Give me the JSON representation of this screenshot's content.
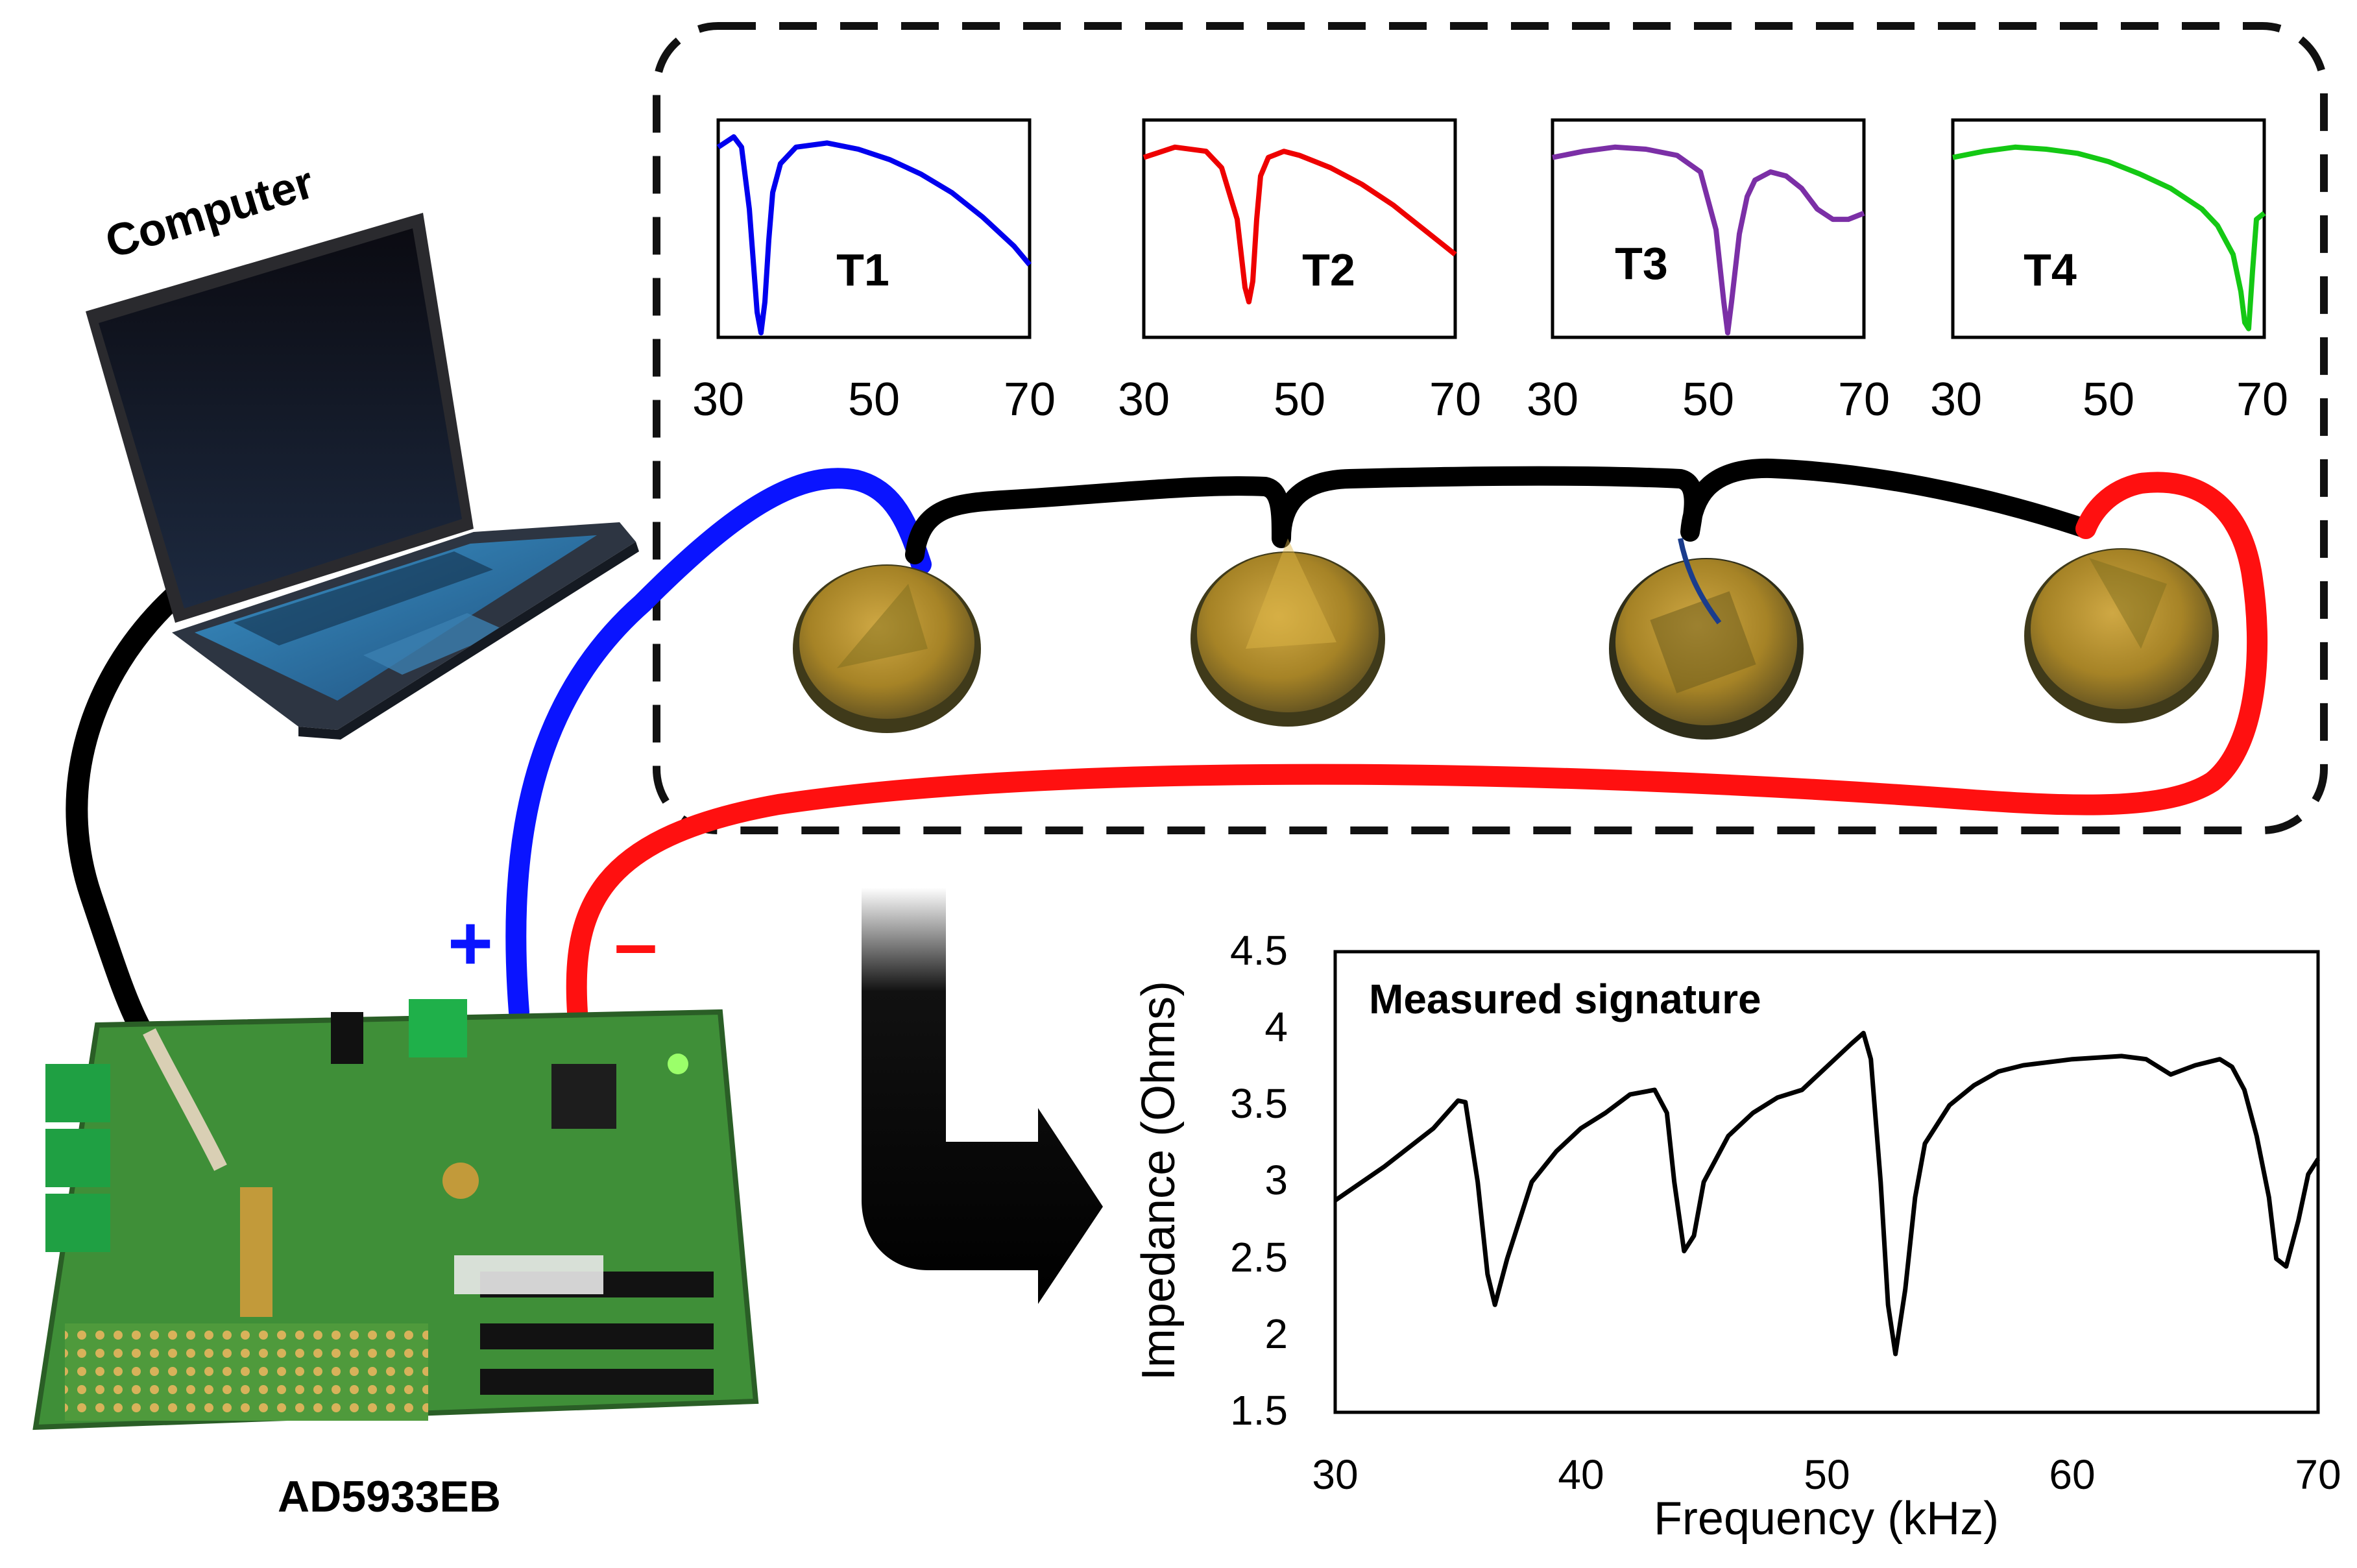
{
  "labels": {
    "computer": "Computer",
    "board": "AD5933EB",
    "plus": "+",
    "minus": "–"
  },
  "colors": {
    "t1": "#0000ee",
    "t2": "#ee0000",
    "t3": "#7b2fa6",
    "t4": "#14c814",
    "measured": "#000000",
    "positive_wire": "#0a14ff",
    "negative_wire": "#ff1010"
  },
  "chart_data": [
    {
      "type": "line",
      "title": "T1",
      "x_ticks": [
        "30",
        "50",
        "70"
      ],
      "xlim": [
        30,
        70
      ],
      "series": [
        {
          "x": [
            30,
            32,
            33,
            34,
            35,
            35.5,
            36,
            36.5,
            37,
            38,
            40,
            44,
            48,
            52,
            56,
            60,
            64,
            68,
            70
          ],
          "y": [
            0.9,
            0.95,
            0.9,
            0.6,
            0.1,
            0.0,
            0.15,
            0.45,
            0.68,
            0.82,
            0.9,
            0.92,
            0.89,
            0.84,
            0.77,
            0.68,
            0.56,
            0.42,
            0.33
          ]
        }
      ]
    },
    {
      "type": "line",
      "title": "T2",
      "x_ticks": [
        "30",
        "50",
        "70"
      ],
      "xlim": [
        30,
        70
      ],
      "series": [
        {
          "x": [
            30,
            34,
            38,
            40,
            42,
            43,
            43.5,
            44,
            44.5,
            45,
            46,
            48,
            50,
            54,
            58,
            62,
            66,
            70
          ],
          "y": [
            0.85,
            0.9,
            0.88,
            0.8,
            0.55,
            0.22,
            0.15,
            0.25,
            0.55,
            0.76,
            0.85,
            0.88,
            0.86,
            0.8,
            0.72,
            0.62,
            0.5,
            0.38
          ]
        }
      ]
    },
    {
      "type": "line",
      "title": "T3",
      "x_ticks": [
        "30",
        "50",
        "70"
      ],
      "xlim": [
        30,
        70
      ],
      "series": [
        {
          "x": [
            30,
            34,
            38,
            42,
            46,
            49,
            51,
            52,
            52.5,
            53,
            54,
            55,
            56,
            58,
            60,
            62,
            64,
            66,
            68,
            70
          ],
          "y": [
            0.85,
            0.88,
            0.9,
            0.89,
            0.86,
            0.78,
            0.5,
            0.15,
            0.0,
            0.15,
            0.48,
            0.66,
            0.74,
            0.78,
            0.76,
            0.7,
            0.6,
            0.55,
            0.55,
            0.58
          ]
        }
      ]
    },
    {
      "type": "line",
      "title": "T4",
      "x_ticks": [
        "30",
        "50",
        "70"
      ],
      "xlim": [
        30,
        70
      ],
      "series": [
        {
          "x": [
            30,
            34,
            38,
            42,
            46,
            50,
            54,
            58,
            62,
            64,
            66,
            67,
            67.5,
            68,
            68.5,
            69,
            70
          ],
          "y": [
            0.85,
            0.88,
            0.9,
            0.89,
            0.87,
            0.83,
            0.77,
            0.7,
            0.6,
            0.52,
            0.38,
            0.2,
            0.05,
            0.02,
            0.3,
            0.55,
            0.58
          ]
        }
      ]
    },
    {
      "type": "line",
      "title": "Measured signature",
      "xlabel": "Frequency  (kHz)",
      "ylabel": "Impedance  (Ohms)",
      "xlim": [
        30,
        70
      ],
      "ylim": [
        1.5,
        4.5
      ],
      "x_ticks": [
        "30",
        "40",
        "50",
        "60",
        "70"
      ],
      "y_ticks": [
        "1.5",
        "2",
        "2.5",
        "3",
        "3.5",
        "4",
        "4.5"
      ],
      "series": [
        {
          "name": "",
          "x": [
            30,
            32,
            34,
            35,
            35.3,
            35.8,
            36.2,
            36.5,
            37,
            38,
            39,
            40,
            41,
            42,
            43,
            43.5,
            43.8,
            44.2,
            44.6,
            45,
            46,
            47,
            48,
            49,
            50,
            51,
            51.5,
            51.8,
            52.2,
            52.5,
            52.8,
            53.2,
            53.6,
            54,
            55,
            56,
            57,
            58,
            60,
            62,
            63,
            64,
            65,
            66,
            66.5,
            67,
            67.5,
            68,
            68.3,
            68.7,
            69.2,
            69.6,
            70
          ],
          "y": [
            2.88,
            3.1,
            3.35,
            3.53,
            3.52,
            3.0,
            2.4,
            2.2,
            2.5,
            3.0,
            3.2,
            3.35,
            3.45,
            3.57,
            3.6,
            3.45,
            3.0,
            2.55,
            2.65,
            3.0,
            3.3,
            3.45,
            3.55,
            3.6,
            3.75,
            3.9,
            3.97,
            3.8,
            3.0,
            2.2,
            1.88,
            2.3,
            2.9,
            3.25,
            3.5,
            3.63,
            3.72,
            3.76,
            3.8,
            3.82,
            3.8,
            3.7,
            3.76,
            3.8,
            3.75,
            3.6,
            3.3,
            2.9,
            2.5,
            2.45,
            2.75,
            3.05,
            3.15
          ]
        }
      ]
    }
  ]
}
